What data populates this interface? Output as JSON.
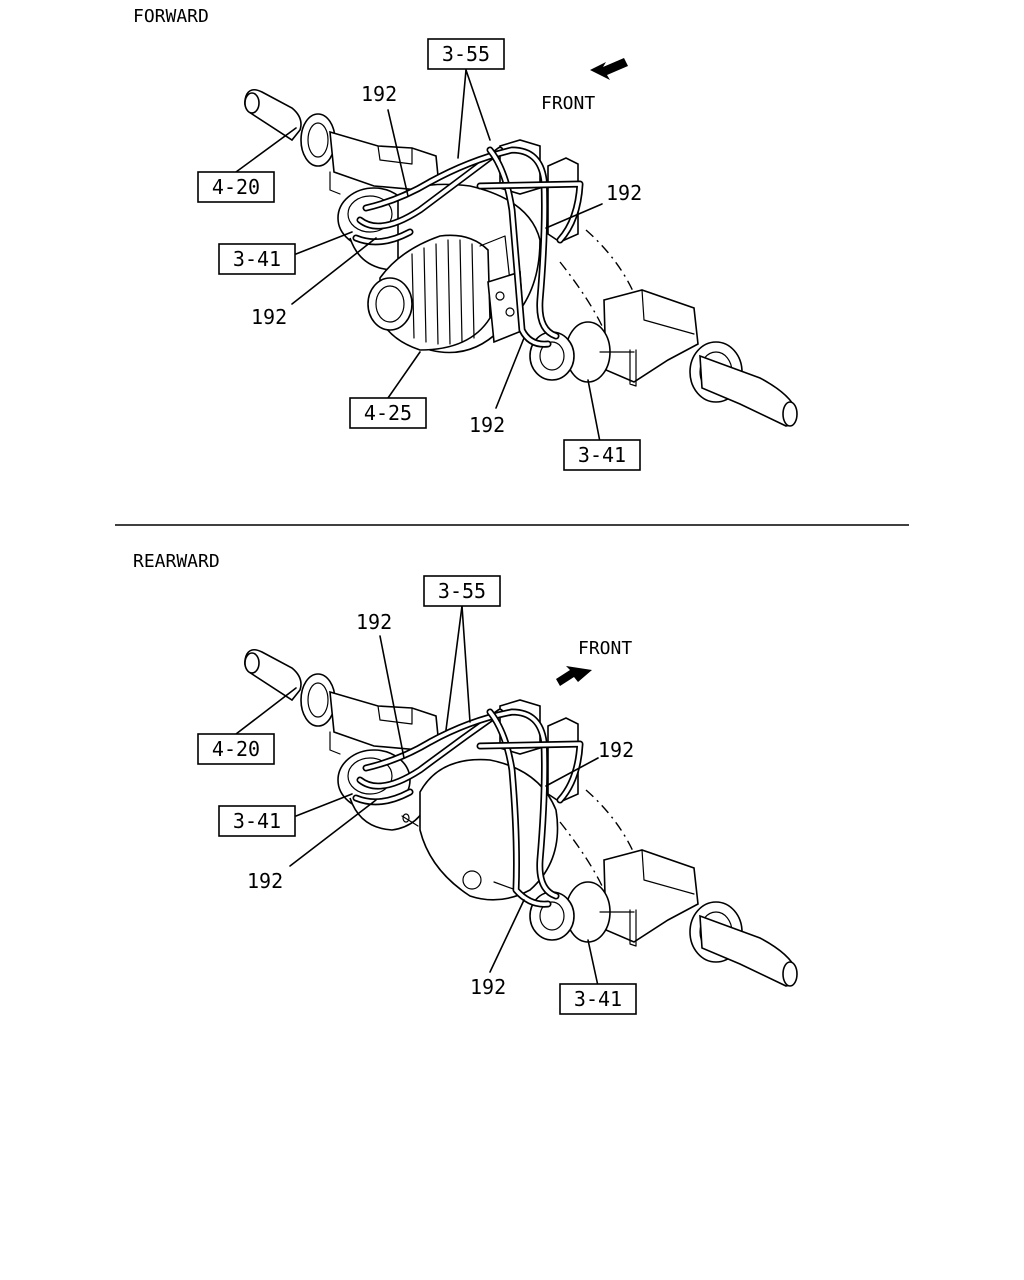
{
  "forward": {
    "title": "FORWARD",
    "front_label": "FRONT",
    "labels": {
      "ref_3_55": "3-55",
      "ref_4_20": "4-20",
      "ref_3_41_left": "3-41",
      "ref_4_25": "4-25",
      "ref_3_41_right": "3-41",
      "part_192_top": "192",
      "part_192_right": "192",
      "part_192_left": "192",
      "part_192_bottom": "192"
    }
  },
  "rearward": {
    "title": "REARWARD",
    "front_label": "FRONT",
    "labels": {
      "ref_3_55": "3-55",
      "ref_4_20": "4-20",
      "ref_3_41_left": "3-41",
      "ref_3_41_right": "3-41",
      "part_192_top": "192",
      "part_192_right": "192",
      "part_192_left": "192",
      "part_192_bottom": "192"
    }
  }
}
